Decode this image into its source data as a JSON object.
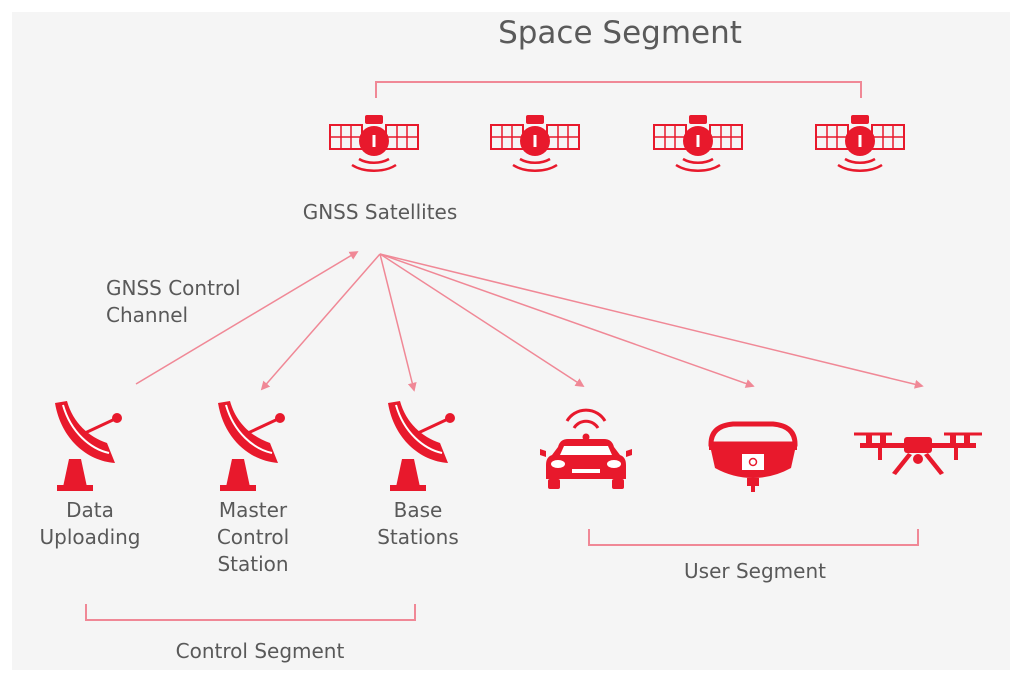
{
  "colors": {
    "accent": "#e8192c",
    "line": "#f08896",
    "text": "#595959",
    "panel": "#f5f5f5"
  },
  "space_segment": {
    "title": "Space Segment",
    "satellites_label": "GNSS Satellites",
    "satellite_count": 4,
    "icon": "satellite-icon"
  },
  "control_channel_label": [
    "GNSS Control",
    "Channel"
  ],
  "control_segment": {
    "title": "Control Segment",
    "stations": [
      {
        "icon": "satellite-dish-icon",
        "label": [
          "Data",
          "Uploading"
        ]
      },
      {
        "icon": "satellite-dish-icon",
        "label": [
          "Master",
          "Control",
          "Station"
        ]
      },
      {
        "icon": "satellite-dish-icon",
        "label": [
          "Base",
          "Stations"
        ]
      }
    ]
  },
  "user_segment": {
    "title": "User Segment",
    "users": [
      {
        "icon": "connected-car-icon"
      },
      {
        "icon": "gnss-receiver-icon"
      },
      {
        "icon": "drone-icon"
      }
    ]
  }
}
